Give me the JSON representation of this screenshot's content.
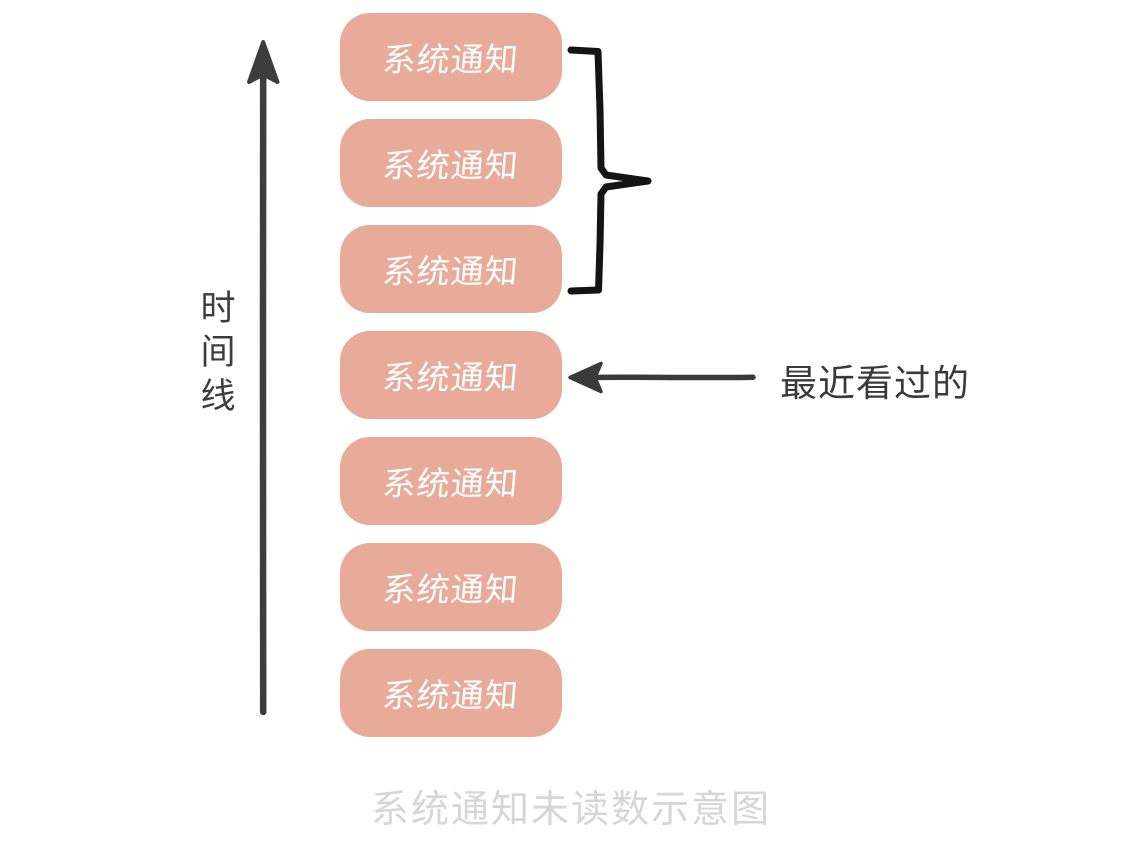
{
  "diagram": {
    "caption": "系统通知未读数示意图",
    "background_color": "#ffffff",
    "axis": {
      "label_chars": [
        "时",
        "间",
        "线"
      ],
      "label_text": "时间线",
      "color": "#3d3d3d",
      "direction": "up"
    },
    "boxes": {
      "count": 7,
      "fill_color": "#e9ab99",
      "text_color": "#ffffff",
      "items": [
        {
          "label": "系统通知"
        },
        {
          "label": "系统通知"
        },
        {
          "label": "系统通知"
        },
        {
          "label": "系统通知"
        },
        {
          "label": "系统通知"
        },
        {
          "label": "系统通知"
        },
        {
          "label": "系统通知"
        }
      ]
    },
    "annotations": {
      "brace": {
        "spans_boxes": [
          1,
          2,
          3
        ],
        "color": "#141414"
      },
      "arrow": {
        "label": "最近看过的",
        "points_to_box": 4,
        "color": "#3a3a3a"
      }
    }
  }
}
